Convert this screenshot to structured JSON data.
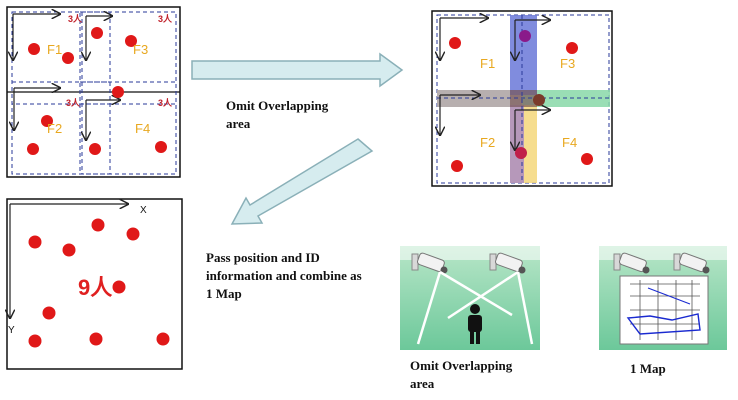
{
  "floor_labels": {
    "f1": "F1",
    "f2": "F2",
    "f3": "F3",
    "f4": "F4"
  },
  "person_counts": {
    "a": "3人",
    "b": "3人",
    "c": "3人",
    "d": "3人"
  },
  "axis_labels": {
    "x": "X",
    "y": "Y"
  },
  "merged_count": "9人",
  "step1_text": [
    "Omit Overlapping",
    "area"
  ],
  "step2_text": [
    "Pass position and ID",
    "information and combine as",
    "1 Map"
  ],
  "photo_captions": {
    "overlap": [
      "Omit Overlapping",
      "area"
    ],
    "map": "1 Map"
  },
  "colors": {
    "person": "#e01818",
    "arrow_fill": "#d6ecef",
    "arrow_stroke": "#8ab0b8",
    "overlap_yellow": "#f5d77a",
    "overlap_blue": "#6a78d8",
    "overlap_purple": "#a080c8",
    "overlap_green": "#88d8a8",
    "floor_label": "#e8a820",
    "count_label": "#c0202a"
  }
}
